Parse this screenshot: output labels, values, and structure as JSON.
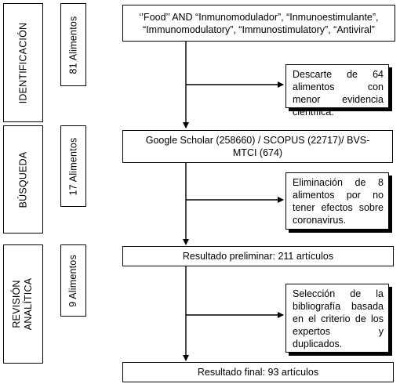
{
  "stages": {
    "identification": "IDENTIFICACIÓN",
    "search": "BÚSQUEDA",
    "review_line1": "REVISIÓN",
    "review_line2": "ANALÍTICA"
  },
  "counts": {
    "identification": "81 Alimentos",
    "search": "17 Alimentos",
    "review": "9 Alimentos"
  },
  "main": {
    "query_line1": "‘’Food’’ AND “Inmunomodulador”, “Inmunoestimulante”,",
    "query_line2": "“Immunomodulatory”, “Immunostimulatory”, “Antiviral”",
    "databases_line1": "Google Scholar (258660) / SCOPUS (22717)/ BVS-",
    "databases_line2": "MTCI (674)",
    "preliminary": "Resultado preliminar: 211 artículos",
    "final": "Resultado final: 93 artículos"
  },
  "exclusions": {
    "first": "Descarte de 64 alimentos con menor evidencia científica.",
    "second": "Eliminación de 8 alimentos por no tener efectos sobre coronavirus.",
    "third": "Selección de la bibliografía basada en el criterio de los expertos y duplicados."
  }
}
